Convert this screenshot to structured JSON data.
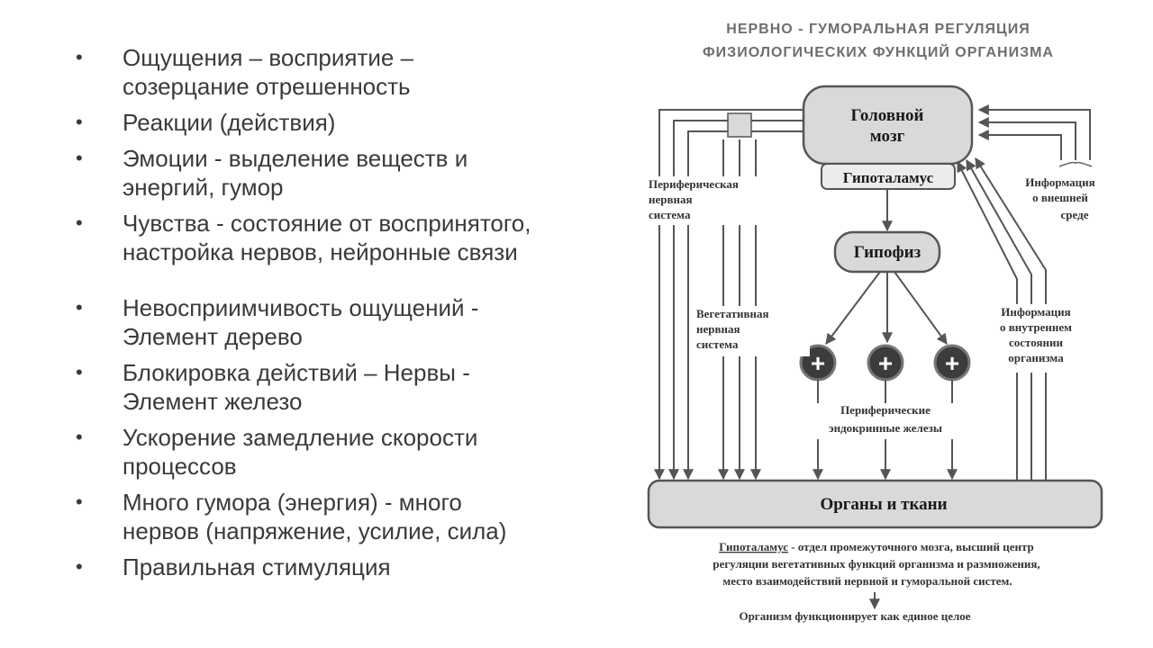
{
  "bullets": [
    {
      "lines": [
        "Ощущения – восприятие –",
        "созерцание отрешенность"
      ]
    },
    {
      "lines": [
        "Реакции (действия)"
      ]
    },
    {
      "lines": [
        "Эмоции - выделение веществ и",
        "энергий, гумор"
      ]
    },
    {
      "lines": [
        "Чувства - состояние от воспринятого,",
        "настройка нервов, нейронные связи"
      ]
    },
    {
      "lines": [
        "Невосприимчивость ощущений -",
        "Элемент дерево"
      ]
    },
    {
      "lines": [
        "Блокировка действий – Нервы -",
        "Элемент железо"
      ]
    },
    {
      "lines": [
        "Ускорение замедление скорости",
        "процессов"
      ]
    },
    {
      "lines": [
        "Много гумора (энергия) - много",
        "нервов (напряжение, усилие, сила)"
      ]
    },
    {
      "lines": [
        "Правильная стимуляция"
      ]
    }
  ],
  "bullet_symbol": "•",
  "diagram": {
    "title_line1": "НЕРВНО - ГУМОРАЛЬНАЯ РЕГУЛЯЦИЯ",
    "title_line2": "ФИЗИОЛОГИЧЕСКИХ ФУНКЦИЙ ОРГАНИЗМА",
    "brain_line1": "Головной",
    "brain_line2": "мозг",
    "hypothalamus": "Гипоталамус",
    "pituitary": "Гипофиз",
    "plus": "+",
    "peripheral_nervous": [
      "Периферическая",
      "нервная",
      "система"
    ],
    "vegetative_nervous": [
      "Вегетативная",
      "нервная",
      "система"
    ],
    "external_info": [
      "Информация",
      "о внешней",
      "среде"
    ],
    "internal_info": [
      "Информация",
      "о внутреннем",
      "состоянии",
      "организма"
    ],
    "glands": [
      "Периферические",
      "эндокринные железы"
    ],
    "organs": "Органы и ткани",
    "note_term": "Гипоталамус",
    "note_rest": " - отдел промежуточного мозга, высший центр",
    "note_line2": "регуляции вегетативных функций организма и размножения,",
    "note_line3": "место взаимодействий нервной и гуморальной систем.",
    "footer": "Организм функционирует как единое целое",
    "colors": {
      "box_fill": "#d9d9d9",
      "plus_fill": "#3c3c3c",
      "stroke": "#555555"
    }
  }
}
